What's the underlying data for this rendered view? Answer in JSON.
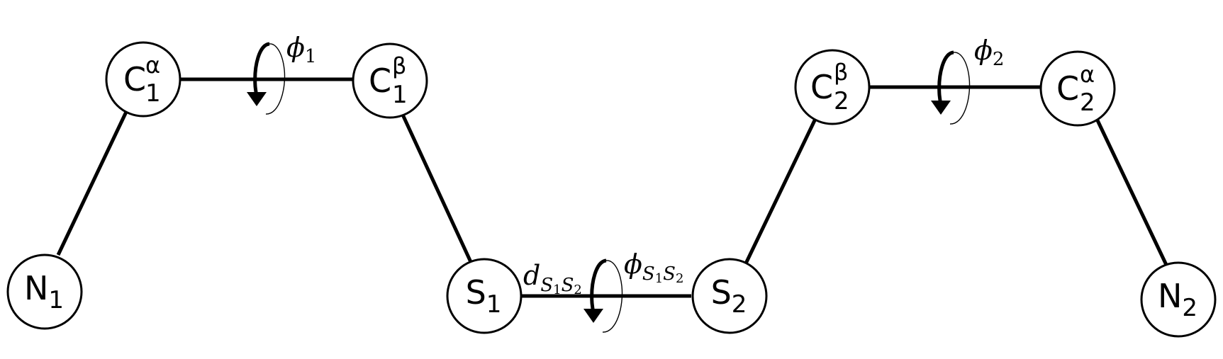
{
  "atoms": {
    "n1": {
      "symbol": "N",
      "sub": "1",
      "sup": ""
    },
    "ca1": {
      "symbol": "C",
      "sub": "1",
      "sup": "α"
    },
    "cb1": {
      "symbol": "C",
      "sub": "1",
      "sup": "β"
    },
    "s1": {
      "symbol": "S",
      "sub": "1",
      "sup": ""
    },
    "s2": {
      "symbol": "S",
      "sub": "2",
      "sup": ""
    },
    "cb2": {
      "symbol": "C",
      "sub": "2",
      "sup": "β"
    },
    "ca2": {
      "symbol": "C",
      "sub": "2",
      "sup": "α"
    },
    "n2": {
      "symbol": "N",
      "sub": "2",
      "sup": ""
    }
  },
  "labels": {
    "phi1": {
      "main": "ϕ",
      "sub": "1"
    },
    "phi2": {
      "main": "ϕ",
      "sub": "2"
    },
    "d_ss": {
      "main": "d",
      "sub_a": "S",
      "sub_a_idx": "1",
      "sub_b": "S",
      "sub_b_idx": "2"
    },
    "phi_ss": {
      "main": "ϕ",
      "sub_a": "S",
      "sub_a_idx": "1",
      "sub_b": "S",
      "sub_b_idx": "2"
    }
  }
}
